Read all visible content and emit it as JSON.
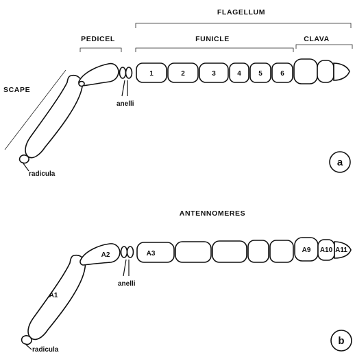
{
  "panel_a": {
    "flagellum_label": "FLAGELLUM",
    "pedicel_label": "PEDICEL",
    "funicle_label": "FUNICLE",
    "clava_label": "CLAVA",
    "scape_label": "SCAPE",
    "anelli_label": "anelli",
    "radicula_label": "radicula",
    "funicle_segments": [
      "1",
      "2",
      "3",
      "4",
      "5",
      "6"
    ],
    "panel_letter": "a"
  },
  "panel_b": {
    "title": "ANTENNOMERES",
    "a1_label": "A1",
    "a2_label": "A2",
    "a3_label": "A3",
    "a9_label": "A9",
    "a10_label": "A10",
    "a11_label": "A11",
    "anelli_label": "anelli",
    "radicula_label": "radicula",
    "panel_letter": "b"
  }
}
